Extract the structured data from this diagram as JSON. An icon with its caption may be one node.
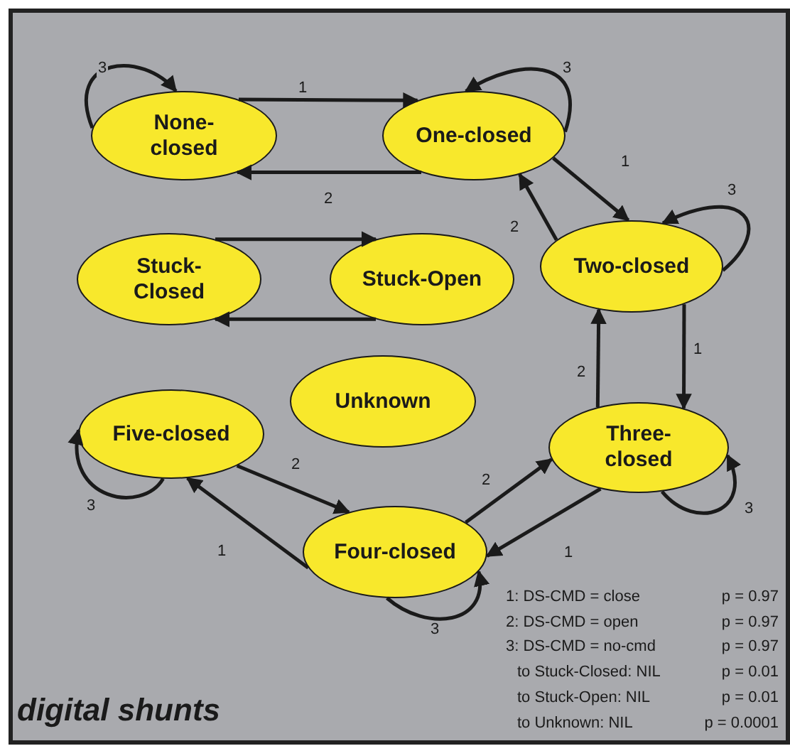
{
  "diagram": {
    "title": "digital shunts",
    "nodes": [
      {
        "text": [
          "None- closed"
        ]
      },
      {
        "text": [
          "One-closed"
        ]
      },
      {
        "text": [
          "Stuck- Closed"
        ]
      },
      {
        "text": [
          "Stuck-Open"
        ]
      },
      {
        "text": [
          "Two-closed"
        ]
      },
      {
        "text": [
          "Unknown"
        ]
      },
      {
        "text": [
          "Five-closed"
        ]
      },
      {
        "text": [
          "Three- closed"
        ]
      },
      {
        "text": [
          "Four-closed"
        ]
      }
    ],
    "edges": [
      {
        "from": 0,
        "to": 1,
        "arrow": "to",
        "label": "1"
      },
      {
        "from": 1,
        "to": 0,
        "arrow": "to",
        "label": "2"
      },
      {
        "from": 0,
        "to": 0,
        "arrow": "to",
        "label": "3"
      },
      {
        "from": 1,
        "to": 1,
        "arrow": "to",
        "label": "3"
      },
      {
        "from": 1,
        "to": 4,
        "arrow": "to",
        "label": "1"
      },
      {
        "from": 4,
        "to": 1,
        "arrow": "to",
        "label": "2"
      },
      {
        "from": 4,
        "to": 4,
        "arrow": "to",
        "label": "3"
      },
      {
        "from": 2,
        "to": 3,
        "arrow": "to"
      },
      {
        "from": 3,
        "to": 2,
        "arrow": "to"
      },
      {
        "from": 4,
        "to": 7,
        "arrow": "to",
        "label": "1"
      },
      {
        "from": 7,
        "to": 4,
        "arrow": "to",
        "label": "2"
      },
      {
        "from": 7,
        "to": 7,
        "arrow": "to",
        "label": "3"
      },
      {
        "from": 7,
        "to": 8,
        "arrow": "to",
        "label": "1"
      },
      {
        "from": 8,
        "to": 7,
        "arrow": "to",
        "label": "2"
      },
      {
        "from": 6,
        "to": 8,
        "arrow": "to",
        "label": "2"
      },
      {
        "from": 8,
        "to": 6,
        "arrow": "to",
        "label": "1"
      },
      {
        "from": 8,
        "to": 8,
        "arrow": "to",
        "label": "3"
      },
      {
        "from": 6,
        "to": 6,
        "arrow": "to",
        "label": "3"
      }
    ],
    "labels": [
      "1: DS-CMD = close",
      "p = 0.97",
      "2: DS-CMD = open",
      "p = 0.97",
      "3: DS-CMD = no-cmd",
      "p = 0.97",
      "to Stuck-Closed: NIL",
      "p = 0.01",
      "to Stuck-Open: NIL",
      "p = 0.01",
      "to Unknown: NIL",
      "p = 0.0001"
    ]
  }
}
